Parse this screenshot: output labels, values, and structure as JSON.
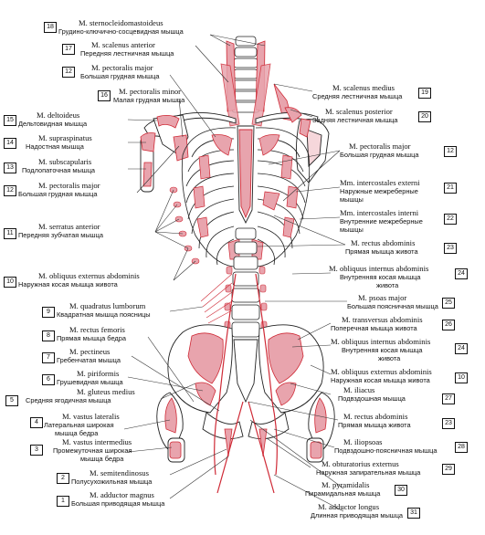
{
  "labels": {
    "l18": {
      "num": "18",
      "la": "M. sternocleidomastoideus",
      "ru": "Грудино-ключично-сосцевидная мышца"
    },
    "l17": {
      "num": "17",
      "la": "M. scalenus anterior",
      "ru": "Передняя лестничная мышца"
    },
    "l12a": {
      "num": "12",
      "la": "M. pectoralis major",
      "ru": "Большая грудная мышца"
    },
    "l16": {
      "num": "16",
      "la": "M. pectoralis minor",
      "ru": "Малая грудная мышца"
    },
    "l15": {
      "num": "15",
      "la": "M. deltoideus",
      "ru": "Дельтовидная мышца"
    },
    "l14": {
      "num": "14",
      "la": "M. supraspinatus",
      "ru": "Надостная мышца"
    },
    "l13": {
      "num": "13",
      "la": "M. subscapularis",
      "ru": "Подлопаточная мышца"
    },
    "l12b": {
      "num": "12",
      "la": "M. pectoralis major",
      "ru": "Большая грудная мышца"
    },
    "l11": {
      "num": "11",
      "la": "M. serratus anterior",
      "ru": "Передняя зубчатая мышца"
    },
    "l10": {
      "num": "10",
      "la": "M. obliquus externus abdominis",
      "ru": "Наружная косая мышца живота"
    },
    "l9": {
      "num": "9",
      "la": "M. quadratus lumborum",
      "ru": "Квадратная мышца поясницы"
    },
    "l8": {
      "num": "8",
      "la": "M. rectus femoris",
      "ru": "Прямая мышца бедра"
    },
    "l7": {
      "num": "7",
      "la": "M. pectineus",
      "ru": "Гребенчатая мышца"
    },
    "l6": {
      "num": "6",
      "la": "M. piriformis",
      "ru": "Грушевидная мышца"
    },
    "l5": {
      "num": "5",
      "la": "M. gluteus medius",
      "ru": "Средняя ягодичная мышца"
    },
    "l4": {
      "num": "4",
      "la": "M. vastus lateralis",
      "ru": "Латеральная широкая",
      "ru2": "мышца бедра"
    },
    "l3": {
      "num": "3",
      "la": "M. vastus intermedius",
      "ru": "Промежуточная широкая",
      "ru2": "мышца бедра"
    },
    "l2": {
      "num": "2",
      "la": "M. semitendinosus",
      "ru": "Полусухожильная мышца"
    },
    "l1": {
      "num": "1",
      "la": "M. adductor magnus",
      "ru": "Большая приводящая мышца"
    },
    "r19": {
      "num": "19",
      "la": "M. scalenus medius",
      "ru": "Средняя лестничная мышца"
    },
    "r20": {
      "num": "20",
      "la": "M. scalenus posterior",
      "ru": "Задняя лестничная мышца"
    },
    "r12": {
      "num": "12",
      "la": "M. pectoralis major",
      "ru": "Большая грудная мышца"
    },
    "r21": {
      "num": "21",
      "la": "Mm. intercostales externi",
      "ru": "Наружные межреберные",
      "ru2": "мышцы"
    },
    "r22": {
      "num": "22",
      "la": "Mm. intercostales interni",
      "ru": "Внутренние межреберные",
      "ru2": "мышцы"
    },
    "r23a": {
      "num": "23",
      "la": "M. rectus abdominis",
      "ru": "Прямая мышца живота"
    },
    "r24a": {
      "num": "24",
      "la": "M. obliquus internus abdominis",
      "ru": "Внутренняя косая мышца",
      "ru2": "живота"
    },
    "r25": {
      "num": "25",
      "la": "M. psoas major",
      "ru": "Большая поясничная мышца"
    },
    "r26": {
      "num": "26",
      "la": "M. transversus abdominis",
      "ru": "Поперечная мышца живота"
    },
    "r24b": {
      "num": "24",
      "la": "M. obliquus internus abdominis",
      "ru": "Внутренняя косая мышца",
      "ru2": "живота"
    },
    "r10": {
      "num": "10",
      "la": "M. obliquus externus abdominis",
      "ru": "Наружная косая мышца живота"
    },
    "r27": {
      "num": "27",
      "la": "M. iliacus",
      "ru": "Подвздошная мышца"
    },
    "r23b": {
      "num": "23",
      "la": "M. rectus abdominis",
      "ru": "Прямая мышца живота"
    },
    "r28": {
      "num": "28",
      "la": "M. iliopsoas",
      "ru": "Подвздошно-поясничная мышца"
    },
    "r29": {
      "num": "29",
      "la": "M. obturatorius externus",
      "ru": "Наружная запирательная мышца"
    },
    "r30": {
      "num": "30",
      "la": "M. pyramidalis",
      "ru": "Пирамидальная мышца"
    },
    "r31": {
      "num": "31",
      "la": "M. adductor longus",
      "ru": "Длинная приводящая мышца"
    }
  },
  "colors": {
    "muscle": "#e8a4ad",
    "muscle_line": "#cf2a36",
    "bone_line": "#222222",
    "leader": "#333333",
    "box": "#111111"
  }
}
